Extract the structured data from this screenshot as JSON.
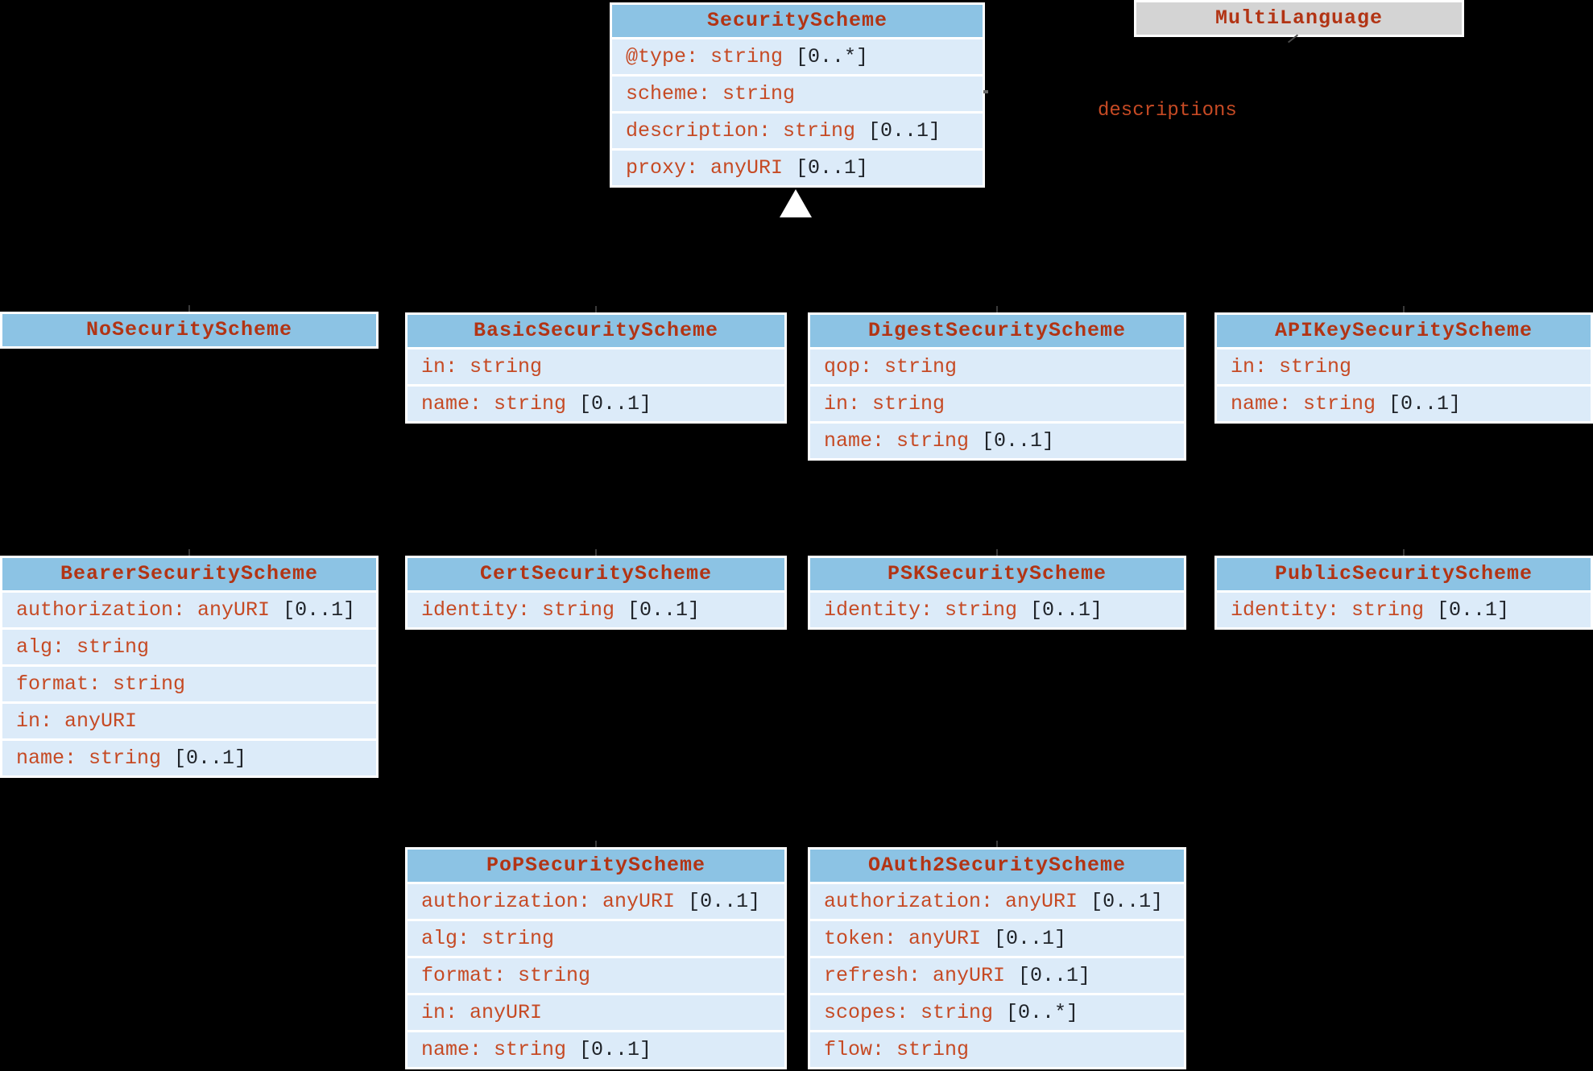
{
  "diagram_title": "SecurityScheme UML class diagram",
  "colors": {
    "background": "#000000",
    "class_header_blue": "#8cc3e4",
    "class_header_gray": "#d4d4d4",
    "attribute_row_blue": "#dcebf9",
    "box_border_white": "#ffffff",
    "title_text_red": "#b23414",
    "attribute_text_red": "#c64a24",
    "multiplicity_text_dark": "#20242a"
  },
  "edges": {
    "association_label": "descriptions",
    "inheritance_arrow": "hollow-triangle-up"
  },
  "classes": [
    {
      "name": "SecurityScheme",
      "attributes": [
        {
          "text": "@type: string",
          "mult": "[0..*]"
        },
        {
          "text": "scheme: string",
          "mult": ""
        },
        {
          "text": "description: string",
          "mult": "[0..1]"
        },
        {
          "text": "proxy: anyURI",
          "mult": "[0..1]"
        }
      ]
    },
    {
      "name": "MultiLanguage",
      "attributes": []
    },
    {
      "name": "NoSecurityScheme",
      "attributes": []
    },
    {
      "name": "BasicSecurityScheme",
      "attributes": [
        {
          "text": "in: string",
          "mult": ""
        },
        {
          "text": "name: string",
          "mult": "[0..1]"
        }
      ]
    },
    {
      "name": "DigestSecurityScheme",
      "attributes": [
        {
          "text": "qop: string",
          "mult": ""
        },
        {
          "text": "in: string",
          "mult": ""
        },
        {
          "text": "name: string",
          "mult": "[0..1]"
        }
      ]
    },
    {
      "name": "APIKeySecurityScheme",
      "attributes": [
        {
          "text": "in: string",
          "mult": ""
        },
        {
          "text": "name: string",
          "mult": "[0..1]"
        }
      ]
    },
    {
      "name": "BearerSecurityScheme",
      "attributes": [
        {
          "text": "authorization: anyURI",
          "mult": "[0..1]"
        },
        {
          "text": "alg: string",
          "mult": ""
        },
        {
          "text": "format: string",
          "mult": ""
        },
        {
          "text": "in: anyURI",
          "mult": ""
        },
        {
          "text": "name: string",
          "mult": "[0..1]"
        }
      ]
    },
    {
      "name": "CertSecurityScheme",
      "attributes": [
        {
          "text": "identity: string",
          "mult": "[0..1]"
        }
      ]
    },
    {
      "name": "PSKSecurityScheme",
      "attributes": [
        {
          "text": "identity: string",
          "mult": "[0..1]"
        }
      ]
    },
    {
      "name": "PublicSecurityScheme",
      "attributes": [
        {
          "text": "identity: string",
          "mult": "[0..1]"
        }
      ]
    },
    {
      "name": "PoPSecurityScheme",
      "attributes": [
        {
          "text": "authorization: anyURI",
          "mult": "[0..1]"
        },
        {
          "text": "alg: string",
          "mult": ""
        },
        {
          "text": "format: string",
          "mult": ""
        },
        {
          "text": "in: anyURI",
          "mult": ""
        },
        {
          "text": "name: string",
          "mult": "[0..1]"
        }
      ]
    },
    {
      "name": "OAuth2SecurityScheme",
      "attributes": [
        {
          "text": "authorization: anyURI",
          "mult": "[0..1]"
        },
        {
          "text": "token: anyURI",
          "mult": "[0..1]"
        },
        {
          "text": "refresh: anyURI",
          "mult": "[0..1]"
        },
        {
          "text": "scopes: string",
          "mult": "[0..*]"
        },
        {
          "text": "flow: string",
          "mult": ""
        }
      ]
    }
  ]
}
